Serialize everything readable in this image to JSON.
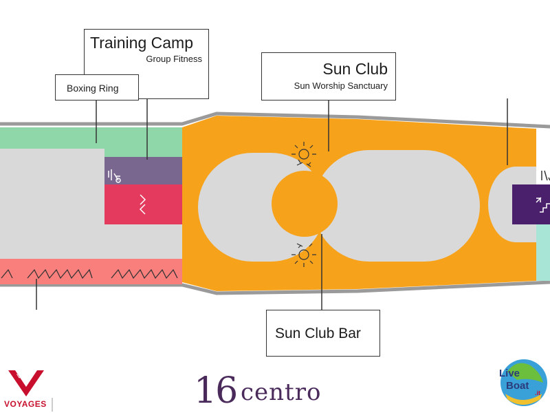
{
  "labels": {
    "training_camp": {
      "title": "Training Camp",
      "subtitle": "Group Fitness"
    },
    "boxing_ring": {
      "title": "Boxing Ring"
    },
    "sun_club": {
      "title": "Sun Club",
      "subtitle": "Sun Worship Sanctuary"
    },
    "sun_club_bar": {
      "title": "Sun Club Bar"
    }
  },
  "deck": {
    "number": "16",
    "name": "centro"
  },
  "branding": {
    "left_logo": {
      "script": "Virgin",
      "name": "VOYAGES"
    },
    "right_logo": {
      "line1": "Live",
      "line2": "Boat",
      "suffix": ".it"
    }
  },
  "colors": {
    "orange": "#f7a21b",
    "grey_deck": "#d9d9d9",
    "mint": "#8fd6a9",
    "purple_light": "#7a678f",
    "magenta": "#e43a5e",
    "salmon": "#f97f7d",
    "purple_dark": "#4a1f6b",
    "teal": "#a9e5d7",
    "hull": "#9a9a9a",
    "brand_red": "#c8102e",
    "deck_text": "#4a2a5a"
  },
  "icons": [
    "fitness-icon",
    "chevron-icon",
    "sunbed-icon",
    "stairs-icon",
    "accessible-icon"
  ]
}
